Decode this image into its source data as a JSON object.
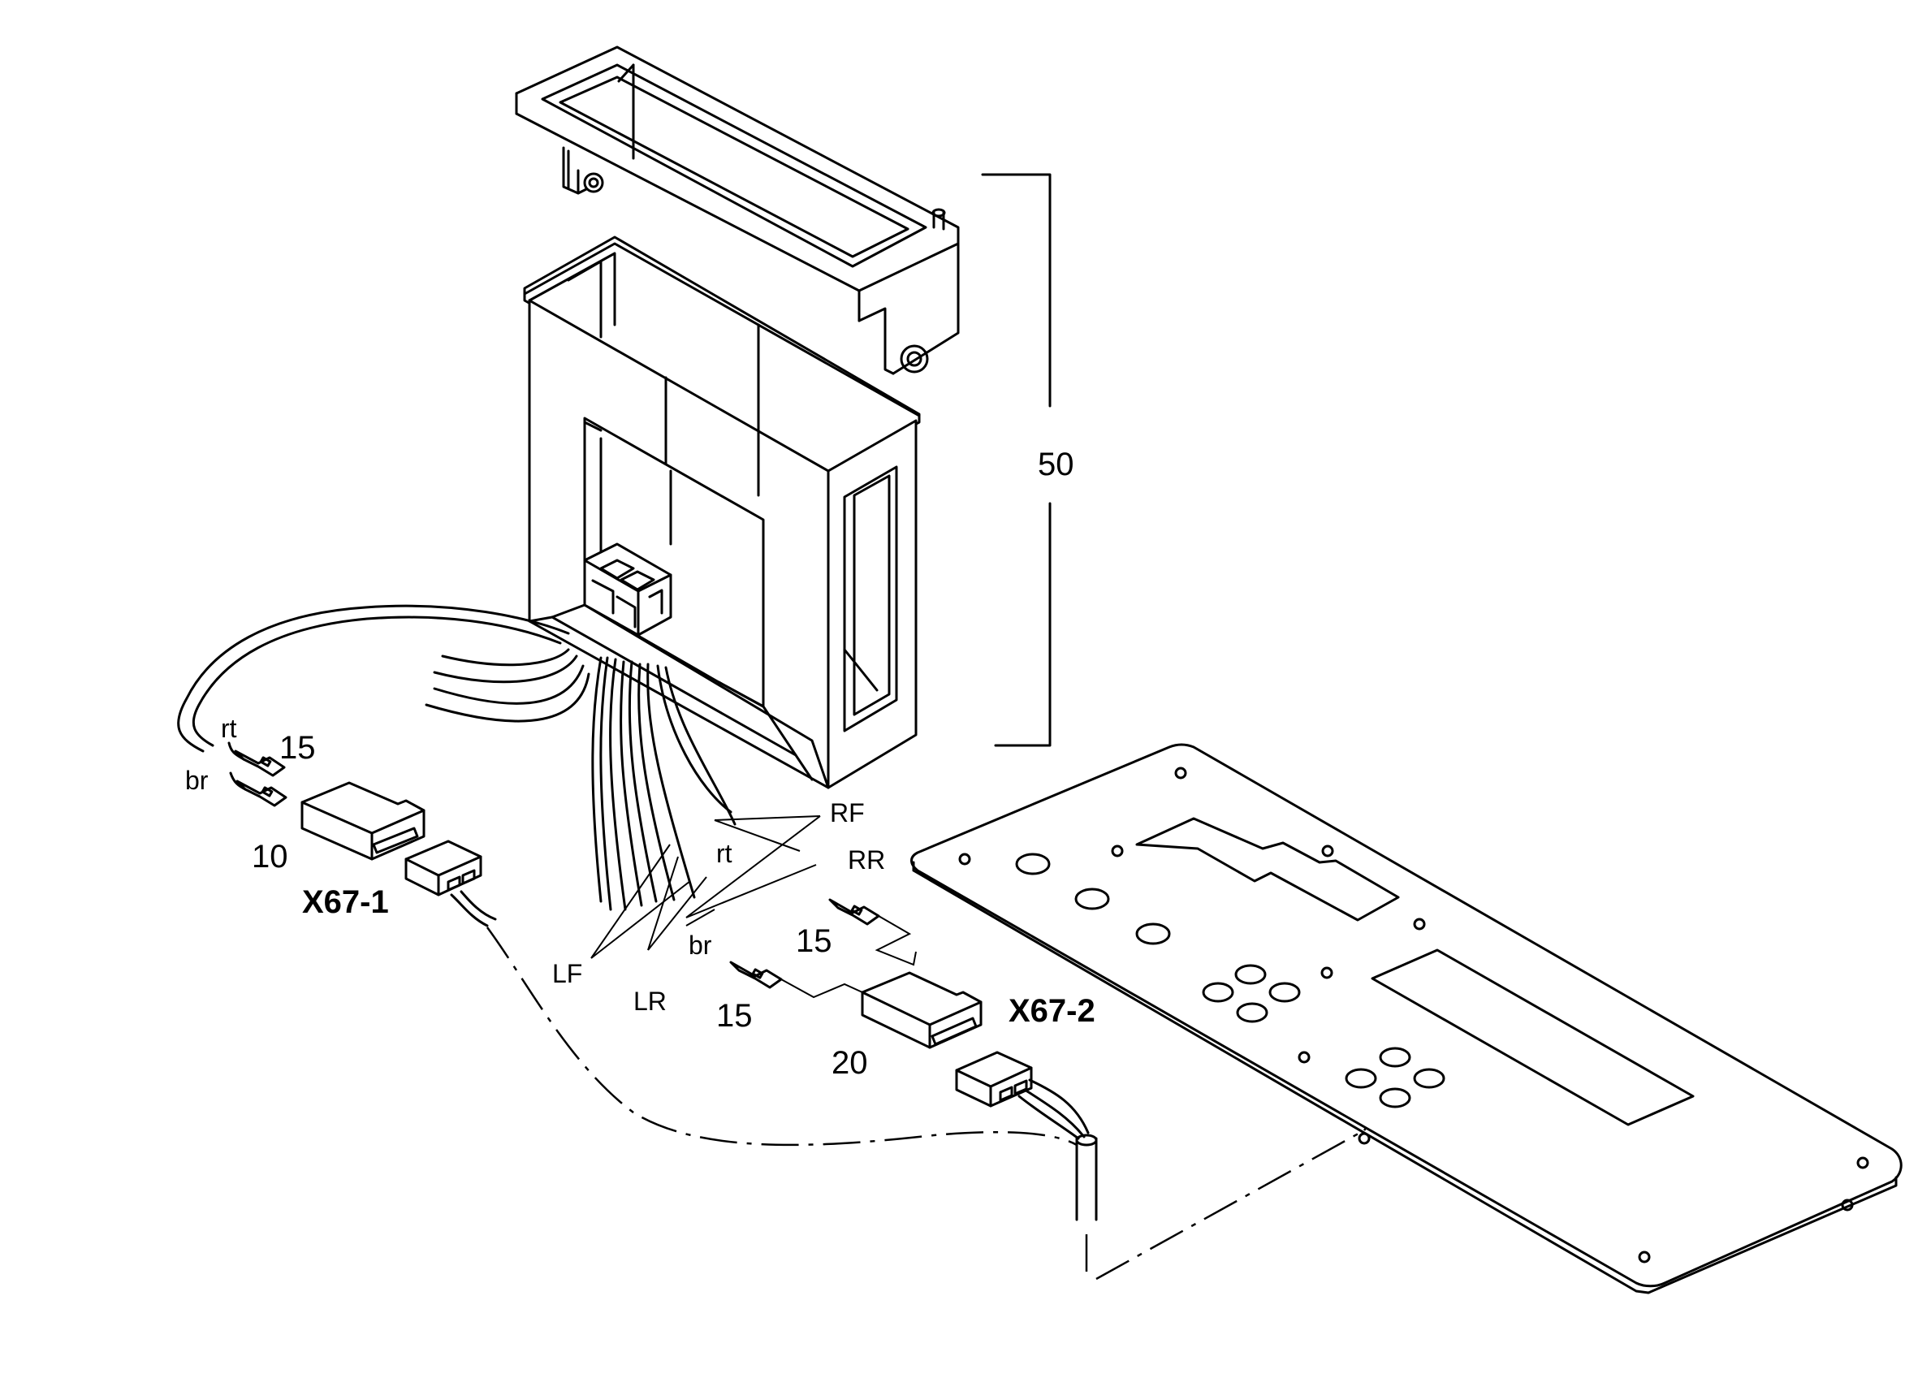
{
  "callouts": {
    "assembly": "50",
    "bracket_left": "10",
    "bracket_right": "20",
    "terminal_left": "15",
    "terminal_mid": "15",
    "terminal_low": "15"
  },
  "connectors": {
    "left": "X67-1",
    "right": "X67-2"
  },
  "wires": {
    "rt_left": "rt",
    "br_left": "br",
    "rf": "RF",
    "rr": "RR",
    "rt_mid": "rt",
    "br_mid": "br",
    "lf": "LF",
    "lr": "LR"
  }
}
